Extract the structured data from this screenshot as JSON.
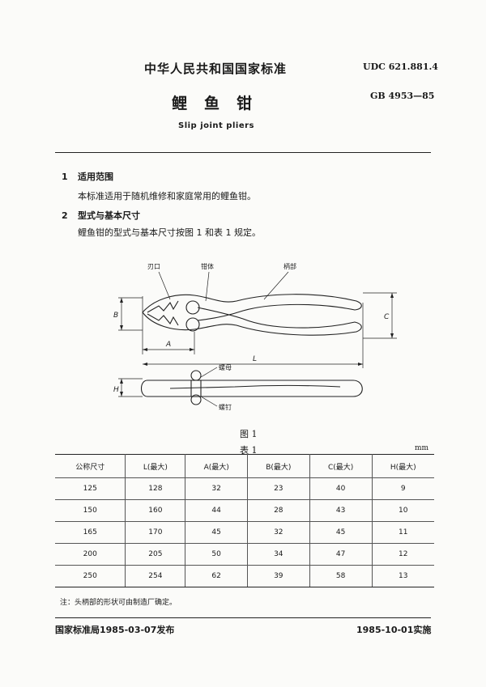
{
  "header": {
    "standard_org": "中华人民共和国国家标准",
    "udc": "UDC 621.881.4",
    "gb_code": "GB 4953—85",
    "title_cn": "鲤鱼钳",
    "title_en": "Slip joint pliers"
  },
  "sections": [
    {
      "num": "1",
      "heading": "适用范围",
      "body": "本标准适用于随机维修和家庭常用的鲤鱼钳。"
    },
    {
      "num": "2",
      "heading": "型式与基本尺寸",
      "body": "鲤鱼钳的型式与基本尺寸按图 1 和表 1 规定。"
    }
  ],
  "figure": {
    "labels": {
      "jaw": "刃口",
      "body": "钳体",
      "handle": "柄部",
      "nut": "螺母",
      "screw": "螺钉",
      "dim_a": "A",
      "dim_b": "B",
      "dim_c": "C",
      "dim_l": "L",
      "dim_h": "H"
    },
    "caption": "图 1"
  },
  "table": {
    "caption": "表 1",
    "unit": "mm",
    "headers": [
      "公称尺寸",
      "L(最大)",
      "A(最大)",
      "B(最大)",
      "C(最大)",
      "H(最大)"
    ],
    "rows": [
      [
        "125",
        "128",
        "32",
        "23",
        "40",
        "9"
      ],
      [
        "150",
        "160",
        "44",
        "28",
        "43",
        "10"
      ],
      [
        "165",
        "170",
        "45",
        "32",
        "45",
        "11"
      ],
      [
        "200",
        "205",
        "50",
        "34",
        "47",
        "12"
      ],
      [
        "250",
        "254",
        "62",
        "39",
        "58",
        "13"
      ]
    ],
    "note": "注：头柄部的形状可由制造厂确定。"
  },
  "footer": {
    "issued": "国家标准局1985-03-07发布",
    "effective": "1985-10-01实施"
  }
}
